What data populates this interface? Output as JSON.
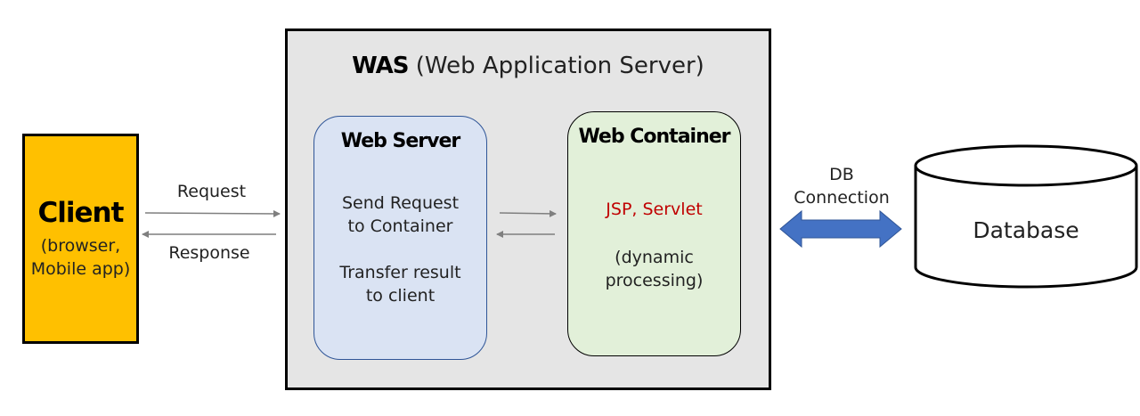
{
  "client": {
    "title": "Client",
    "subtitle_line1": "(browser,",
    "subtitle_line2": "Mobile app)",
    "fill_color": "#FFC000"
  },
  "arrows": {
    "request_label": "Request",
    "response_label": "Response",
    "db_connection_line1": "DB",
    "db_connection_line2": "Connection",
    "db_arrow_color": "#4472C4"
  },
  "was": {
    "title_bold": "WAS",
    "title_rest": " (Web Application Server)",
    "fill_color": "#E5E5E5"
  },
  "web_server": {
    "title": "Web Server",
    "line1": "Send Request",
    "line2": "to Container",
    "line3": "Transfer result",
    "line4": "to client",
    "fill_color": "#DAE3F3"
  },
  "web_container": {
    "title": "Web Container",
    "tech": "JSP, Servlet",
    "desc_line1": "(dynamic",
    "desc_line2": "processing)",
    "fill_color": "#E2F0D9",
    "tech_color": "#C00000"
  },
  "database": {
    "label": "Database"
  }
}
